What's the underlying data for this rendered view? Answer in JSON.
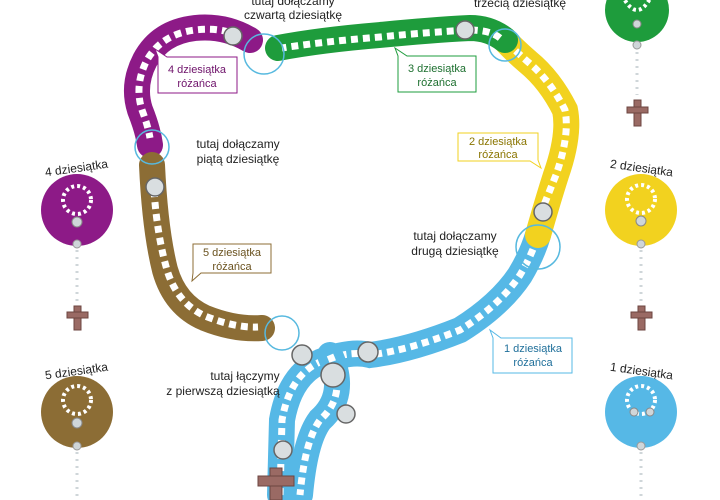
{
  "colors": {
    "blue": "#56b8e6",
    "yellow": "#f2d21f",
    "green": "#1e9c3c",
    "purple": "#8d1a87",
    "brown": "#8c6d35",
    "cross": "#9a6a64",
    "ring": "#57b9df"
  },
  "segments": [
    {
      "line1": "1 dziesiątka",
      "line2": "różańca"
    },
    {
      "line1": "2 dziesiątka",
      "line2": "różańca"
    },
    {
      "line1": "3 dziesiątka",
      "line2": "różańca"
    },
    {
      "line1": "4 dziesiątka",
      "line2": "różańca"
    },
    {
      "line1": "5 dziesiątka",
      "line2": "różańca"
    }
  ],
  "captions": {
    "first": {
      "line1": "tutaj łączymy",
      "line2": "z pierwszą dziesiątką"
    },
    "second": {
      "line1": "tutaj dołączamy",
      "line2": "drugą dziesiątkę"
    },
    "third": {
      "line1": "trzecią dziesiątkę"
    },
    "fourth": {
      "line1": "tutaj dołączamy",
      "line2": "czwartą dziesiątkę"
    },
    "fifth": {
      "line1": "tutaj dołączamy",
      "line2": "piątą dziesiątkę"
    }
  },
  "sides": {
    "left_top": {
      "title": "4 dziesiątka"
    },
    "left_bottom": {
      "title": "5 dziesiątka"
    },
    "right_mid": {
      "title": "2 dziesiątka"
    },
    "right_bottom": {
      "title": "1 dziesiątka"
    }
  }
}
